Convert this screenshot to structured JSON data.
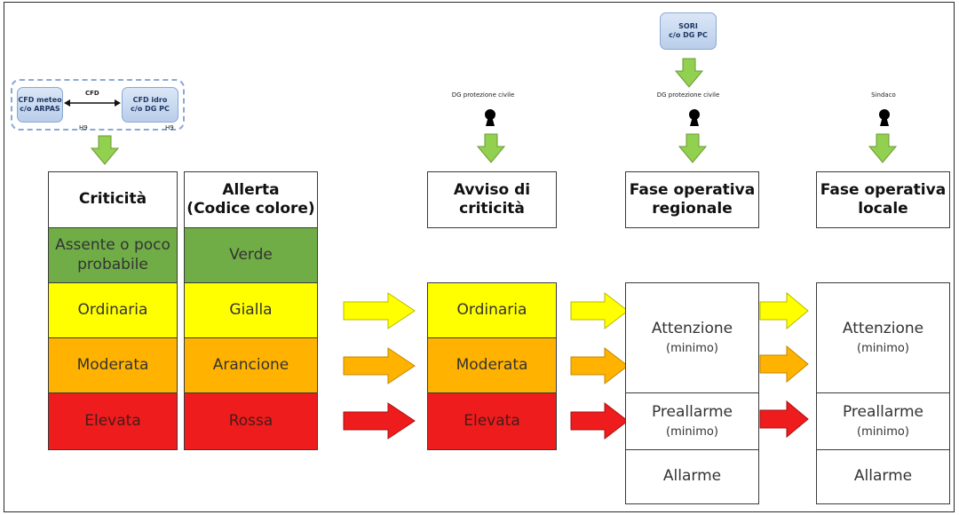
{
  "cfd_group": {
    "meteo_line1": "CFD meteo",
    "meteo_line2": "c/o ARPAS",
    "link_label": "CFD",
    "idro_line1": "CFD idro",
    "idro_line2": "c/o DG PC",
    "h9_left": "H9",
    "h9_right": "H9"
  },
  "sori": {
    "line1": "SORI",
    "line2": "c/o DG PC"
  },
  "authorities": {
    "avviso": "DG protezione  civile",
    "regionale": "DG protezione  civile",
    "locale": "Sindaco"
  },
  "columns": {
    "criticita": {
      "header": "Criticità",
      "rows": [
        "Assente o poco probabile",
        "Ordinaria",
        "Moderata",
        "Elevata"
      ]
    },
    "allerta": {
      "header_line1": "Allerta",
      "header_line2": "(Codice colore)",
      "rows": [
        "Verde",
        "Gialla",
        "Arancione",
        "Rossa"
      ]
    },
    "avviso": {
      "header_line1": "Avviso di",
      "header_line2": "criticità",
      "rows": [
        "Ordinaria",
        "Moderata",
        "Elevata"
      ]
    },
    "regionale": {
      "header_line1": "Fase operativa",
      "header_line2": "regionale",
      "attenzione": "Attenzione",
      "attenzione_sub": "(minimo)",
      "preallarme": "Preallarme",
      "preallarme_sub": "(minimo)",
      "allarme": "Allarme"
    },
    "locale": {
      "header_line1": "Fase operativa",
      "header_line2": "locale",
      "attenzione": "Attenzione",
      "attenzione_sub": "(minimo)",
      "preallarme": "Preallarme",
      "preallarme_sub": "(minimo)",
      "allarme": "Allarme"
    }
  },
  "colors": {
    "green": "#70ad47",
    "yellow": "#ffff00",
    "orange": "#ffb300",
    "red": "#ee1c1c",
    "arrow_green": "#92d050",
    "cfd_box": "#c9daf1"
  },
  "icons": [
    "keyhole-icon",
    "down-arrow-icon",
    "right-arrow-icon",
    "double-headed-arrow-icon"
  ]
}
